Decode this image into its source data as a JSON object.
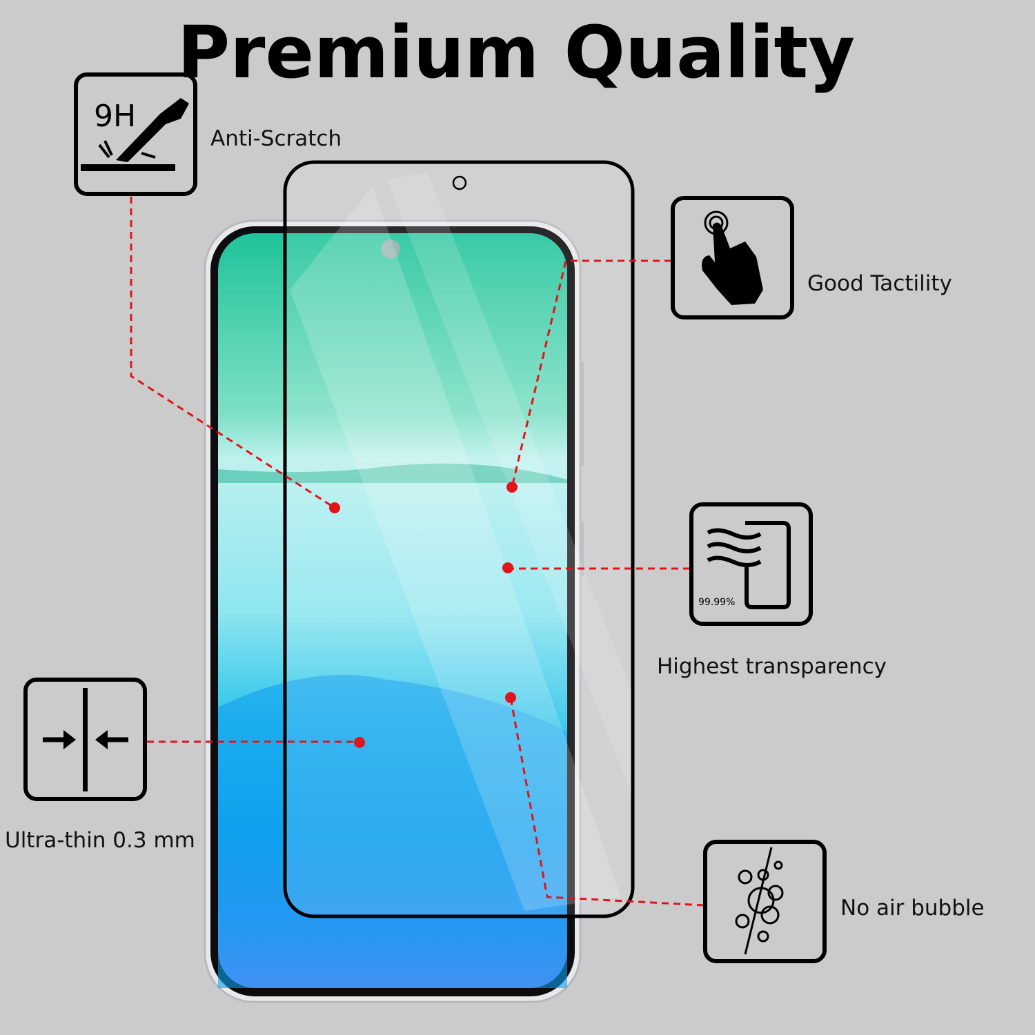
{
  "title": "Premium Quality",
  "features": {
    "anti_scratch": {
      "label": "Anti-Scratch",
      "icon_text": "9H",
      "icon": "knife-scratch-icon"
    },
    "tactility": {
      "label": "Good Tactility",
      "icon": "touch-hand-icon"
    },
    "transparency": {
      "label": "Highest transparency",
      "icon_text": "99.99%",
      "icon": "transparency-phone-icon"
    },
    "thin": {
      "label": "Ultra-thin 0.3 mm",
      "icon": "thin-arrows-icon"
    },
    "bubble": {
      "label": "No air bubble",
      "icon": "bubbles-icon"
    }
  },
  "colors": {
    "background": "#cbcbcb",
    "accent": "#e0141c"
  }
}
